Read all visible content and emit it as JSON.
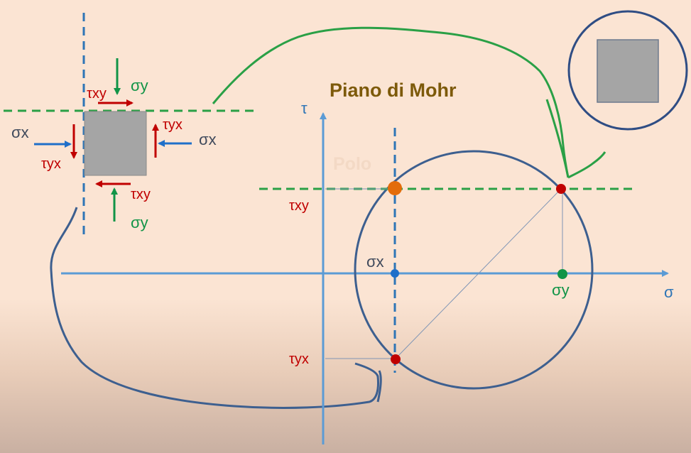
{
  "title": "Piano di Mohr",
  "polo_label": "Polo",
  "axes": {
    "x_label": "σ",
    "y_label": "τ"
  },
  "element_labels": {
    "sigma_x_left": "σx",
    "sigma_x_right": "σx",
    "sigma_y_top": "σy",
    "sigma_y_bottom": "σy",
    "tau_xy_top": "τxy",
    "tau_xy_bottom": "τxy",
    "tau_yx_left": "τyx",
    "tau_yx_right": "τyx"
  },
  "mohr_labels": {
    "tau_xy": "τxy",
    "tau_yx": "τyx",
    "sigma_x": "σx",
    "sigma_y": "σy"
  },
  "colors": {
    "axis": "#5b9bd5",
    "circle": "#3d5f8f",
    "tension": "#1f6fc9",
    "shear": "#c00000",
    "normal_y": "#119447",
    "dash_green": "#2aa046",
    "pole": "#e36c0a",
    "block": "#a5a5a5",
    "title": "#7d5a0a"
  }
}
